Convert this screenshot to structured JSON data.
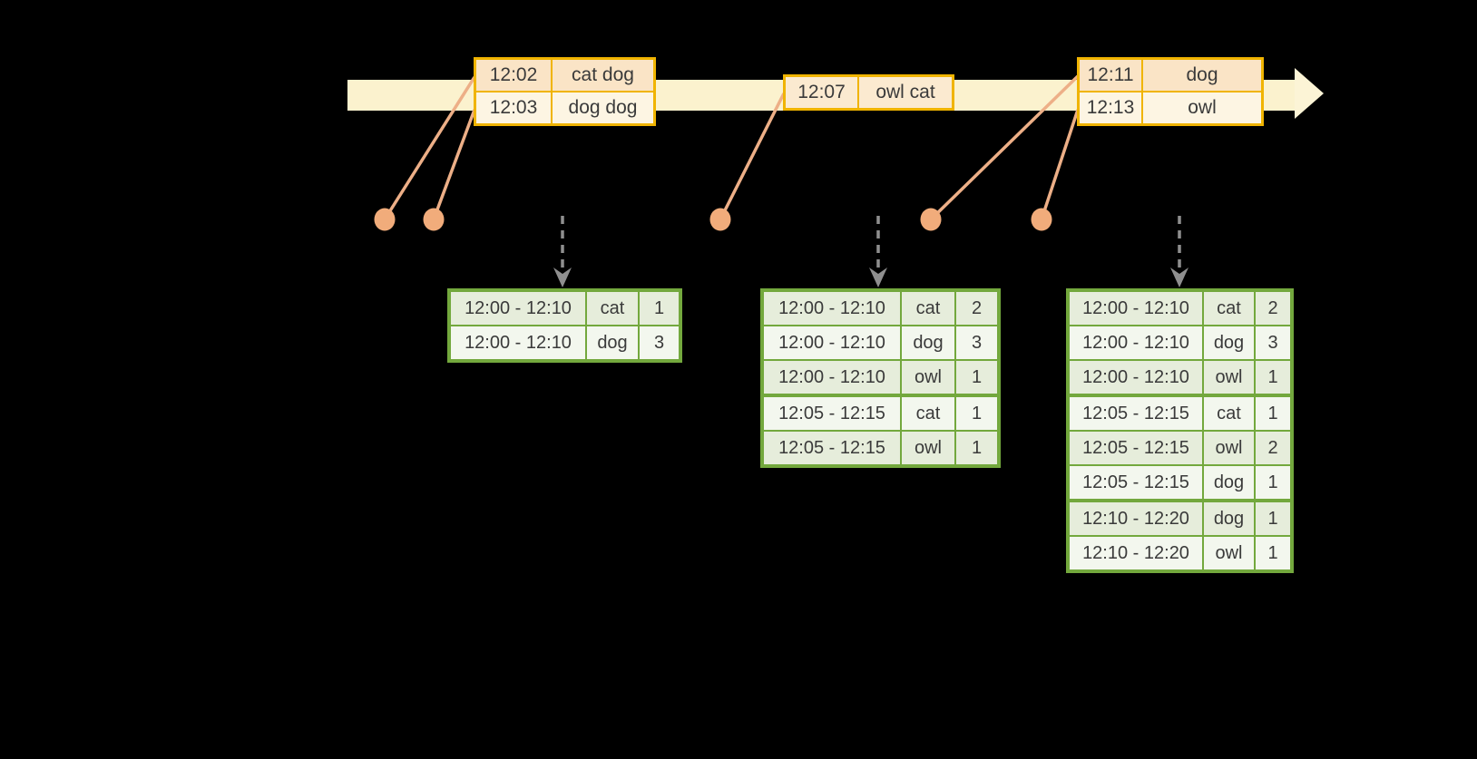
{
  "diagram": {
    "description": "windowed grouped aggregation over event-time stream",
    "colors": {
      "background": "#000000",
      "timeline_band": "#FBF2CE",
      "event_table_border": "#F0B400",
      "event_row_peach": "#FAE4C6",
      "event_row_cream": "#FDF5E3",
      "connector_line": "#EDAF87",
      "event_dot": "#F1AC7B",
      "trigger_arrow": "#8F8F8F",
      "result_table_border": "#73A83D",
      "result_row_dark": "#E6EDDB",
      "result_row_light": "#F3F7EE",
      "text": "#3A3A3A"
    }
  },
  "event_tables": [
    {
      "rows": [
        {
          "time": "12:02",
          "words": "cat dog"
        },
        {
          "time": "12:03",
          "words": "dog dog"
        }
      ]
    },
    {
      "rows": [
        {
          "time": "12:07",
          "words": "owl cat"
        }
      ]
    },
    {
      "rows": [
        {
          "time": "12:11",
          "words": "dog"
        },
        {
          "time": "12:13",
          "words": "owl"
        }
      ]
    }
  ],
  "result_tables": [
    {
      "rows": [
        {
          "window": "12:00 - 12:10",
          "word": "cat",
          "count": "1"
        },
        {
          "window": "12:00 - 12:10",
          "word": "dog",
          "count": "3"
        }
      ]
    },
    {
      "rows": [
        {
          "window": "12:00 - 12:10",
          "word": "cat",
          "count": "2"
        },
        {
          "window": "12:00 - 12:10",
          "word": "dog",
          "count": "3"
        },
        {
          "window": "12:00 - 12:10",
          "word": "owl",
          "count": "1"
        },
        {
          "window": "12:05 - 12:15",
          "word": "cat",
          "count": "1"
        },
        {
          "window": "12:05 - 12:15",
          "word": "owl",
          "count": "1"
        }
      ]
    },
    {
      "rows": [
        {
          "window": "12:00 - 12:10",
          "word": "cat",
          "count": "2"
        },
        {
          "window": "12:00 - 12:10",
          "word": "dog",
          "count": "3"
        },
        {
          "window": "12:00 - 12:10",
          "word": "owl",
          "count": "1"
        },
        {
          "window": "12:05 - 12:15",
          "word": "cat",
          "count": "1"
        },
        {
          "window": "12:05 - 12:15",
          "word": "owl",
          "count": "2"
        },
        {
          "window": "12:05 - 12:15",
          "word": "dog",
          "count": "1"
        },
        {
          "window": "12:10 - 12:20",
          "word": "dog",
          "count": "1"
        },
        {
          "window": "12:10 - 12:20",
          "word": "owl",
          "count": "1"
        }
      ]
    }
  ]
}
